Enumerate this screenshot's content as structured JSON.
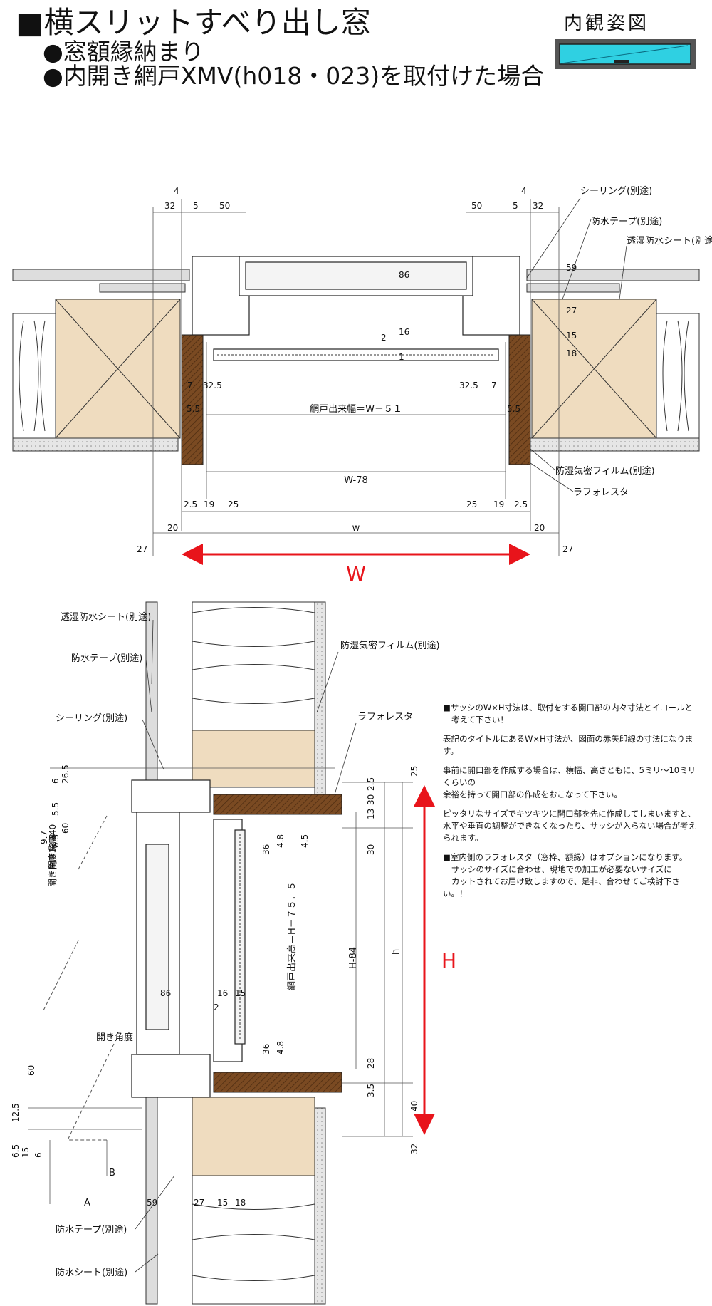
{
  "header": {
    "title": "■横スリットすべり出し窓",
    "line1": "●窓額縁納まり",
    "line2": "●内開き網戸XMV(h018・023)を取付けた場合",
    "view_label": "内観姿図"
  },
  "plan": {
    "labels": {
      "sealing": "シーリング(別途)",
      "waterproof_tape": "防水テープ(別途)",
      "breathable_sheet": "透湿防水シート(別途)",
      "vapor_film": "防湿気密フィルム(別途)",
      "laforesta": "ラフォレスタ",
      "screen_width": "網戸出来幅＝W－５１",
      "w78": "W-78",
      "w_small": "w",
      "W": "W"
    },
    "dims": {
      "d4": "4",
      "d32": "32",
      "d5": "5",
      "d50": "50",
      "d59": "59",
      "d27": "27",
      "d15": "15",
      "d18": "18",
      "d86": "86",
      "d2": "2",
      "d16": "16",
      "d1": "1",
      "d7": "7",
      "d325": "32.5",
      "d55": "5.5",
      "d25a": "2.5",
      "d19": "19",
      "d25": "25",
      "d20": "20"
    }
  },
  "section": {
    "labels": {
      "breathable_sheet": "透湿防水シート(別途)",
      "waterproof_tape": "防水テープ(別途)",
      "sealing": "シーリング(別途)",
      "vapor_film": "防湿気密フィルム(別途)",
      "laforesta": "ラフォレスタ",
      "open_angle": "開き角度",
      "open_angle_40": "開き角度40",
      "open_angle_328": "開き角度32.8",
      "screen_height": "網戸出来高＝H－７５．５",
      "h84": "H-84",
      "h_small": "h",
      "H": "H",
      "waterproof_tape_bottom": "防水テープ(別途)",
      "waterproof_sheet_bottom": "防水シート(別途)",
      "A": "A",
      "B": "B"
    },
    "dims": {
      "d6": "6",
      "d265": "26.5",
      "d55": "5.5",
      "d97": "9.7",
      "d83": "8.3",
      "d60": "60",
      "d25": "25",
      "d30": "30",
      "d13": "13",
      "d25b": "2.5",
      "d36": "36",
      "d48": "4.8",
      "d45": "4.5",
      "d86": "86",
      "d16": "16",
      "d15": "15",
      "d2": "2",
      "d28": "28",
      "d35": "3.5",
      "d40": "40",
      "d32": "32",
      "d125": "12.5",
      "d65": "6.5",
      "d6b": "6",
      "d59": "59",
      "d27": "27",
      "d18": "18"
    }
  },
  "notes": {
    "n1a": "■サッシのW×H寸法は、取付をする開口部の内々寸法とイコールと",
    "n1b": "考えて下さい！",
    "n2": "表記のタイトルにあるW×H寸法が、図面の赤矢印線の寸法になります。",
    "n3a": "事前に開口部を作成する場合は、横幅、高さともに、5ミリ～10ミリくらいの",
    "n3b": "余裕を持って開口部の作成をおこなって下さい。",
    "n4a": "ピッタリなサイズでキツキツに開口部を先に作成してしまいますと、",
    "n4b": "水平や垂直の調整ができなくなったり、サッシが入らない場合が考え",
    "n4c": "られます。",
    "n5a": "■室内側のラフォレスタ（窓枠、額縁）はオプションになります。",
    "n5b": "サッシのサイズに合わせ、現地での加工が必要ないサイズに",
    "n5c": "カットされてお届け致しますので、是非、合わせてご検討下さい。！"
  },
  "colors": {
    "red": "#e8141b",
    "wood": "#7a4a22",
    "beige": "#efdcbf",
    "glass": "#2fd0e2",
    "frame": "#9aa6b0"
  }
}
